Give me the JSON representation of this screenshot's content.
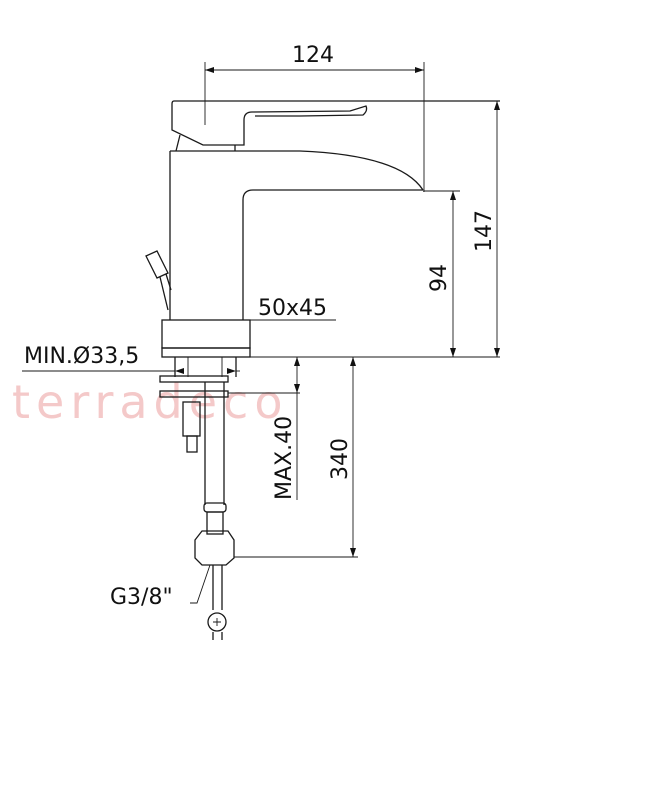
{
  "watermark": "terradeco",
  "dimensions": {
    "width_top": "124",
    "total_height": "147",
    "spout_height": "94",
    "base_size": "50x45",
    "hole_diameter": "MIN.Ø33,5",
    "max_thickness": "MAX.40",
    "hose_length": "340",
    "connection": "G3/8\""
  }
}
